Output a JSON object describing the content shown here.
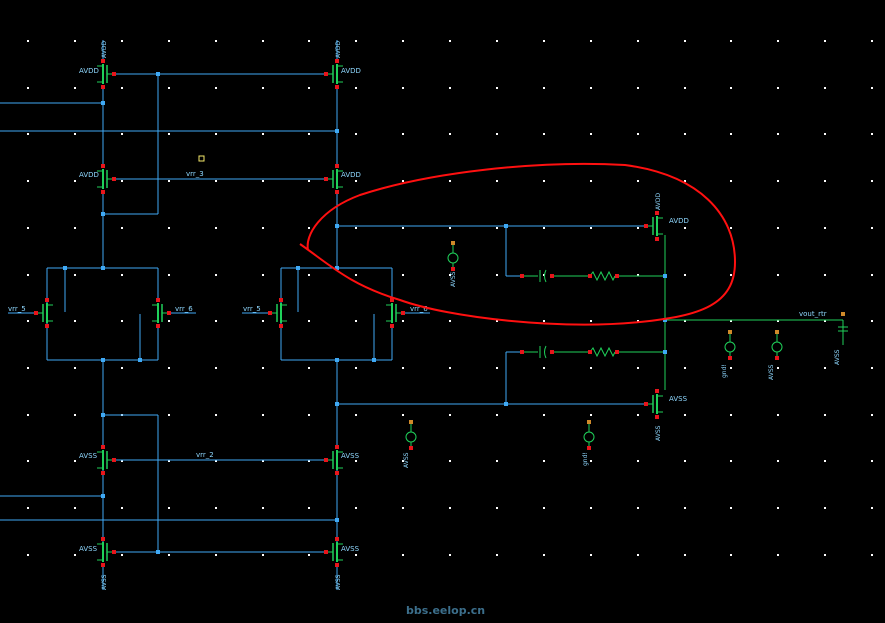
{
  "labels": {
    "avdd": "AVDD",
    "avss": "AVSS",
    "gnd": "gnd!",
    "vrr_3": "vrr_3",
    "vrr_2": "vrr_2",
    "vrr_5": "vrr_5",
    "vrr_6": "vrr_6",
    "vout_rtr": "vout_rtr"
  },
  "watermark": "bbs.eelop.cn",
  "colors": {
    "background": "#000000",
    "wire": "#3fa9f5",
    "device": "#1fd15a",
    "pin": "#e8151b",
    "label": "#8fd8ff",
    "annotation": "#ff1010",
    "grid_dot": "#ffffff"
  }
}
